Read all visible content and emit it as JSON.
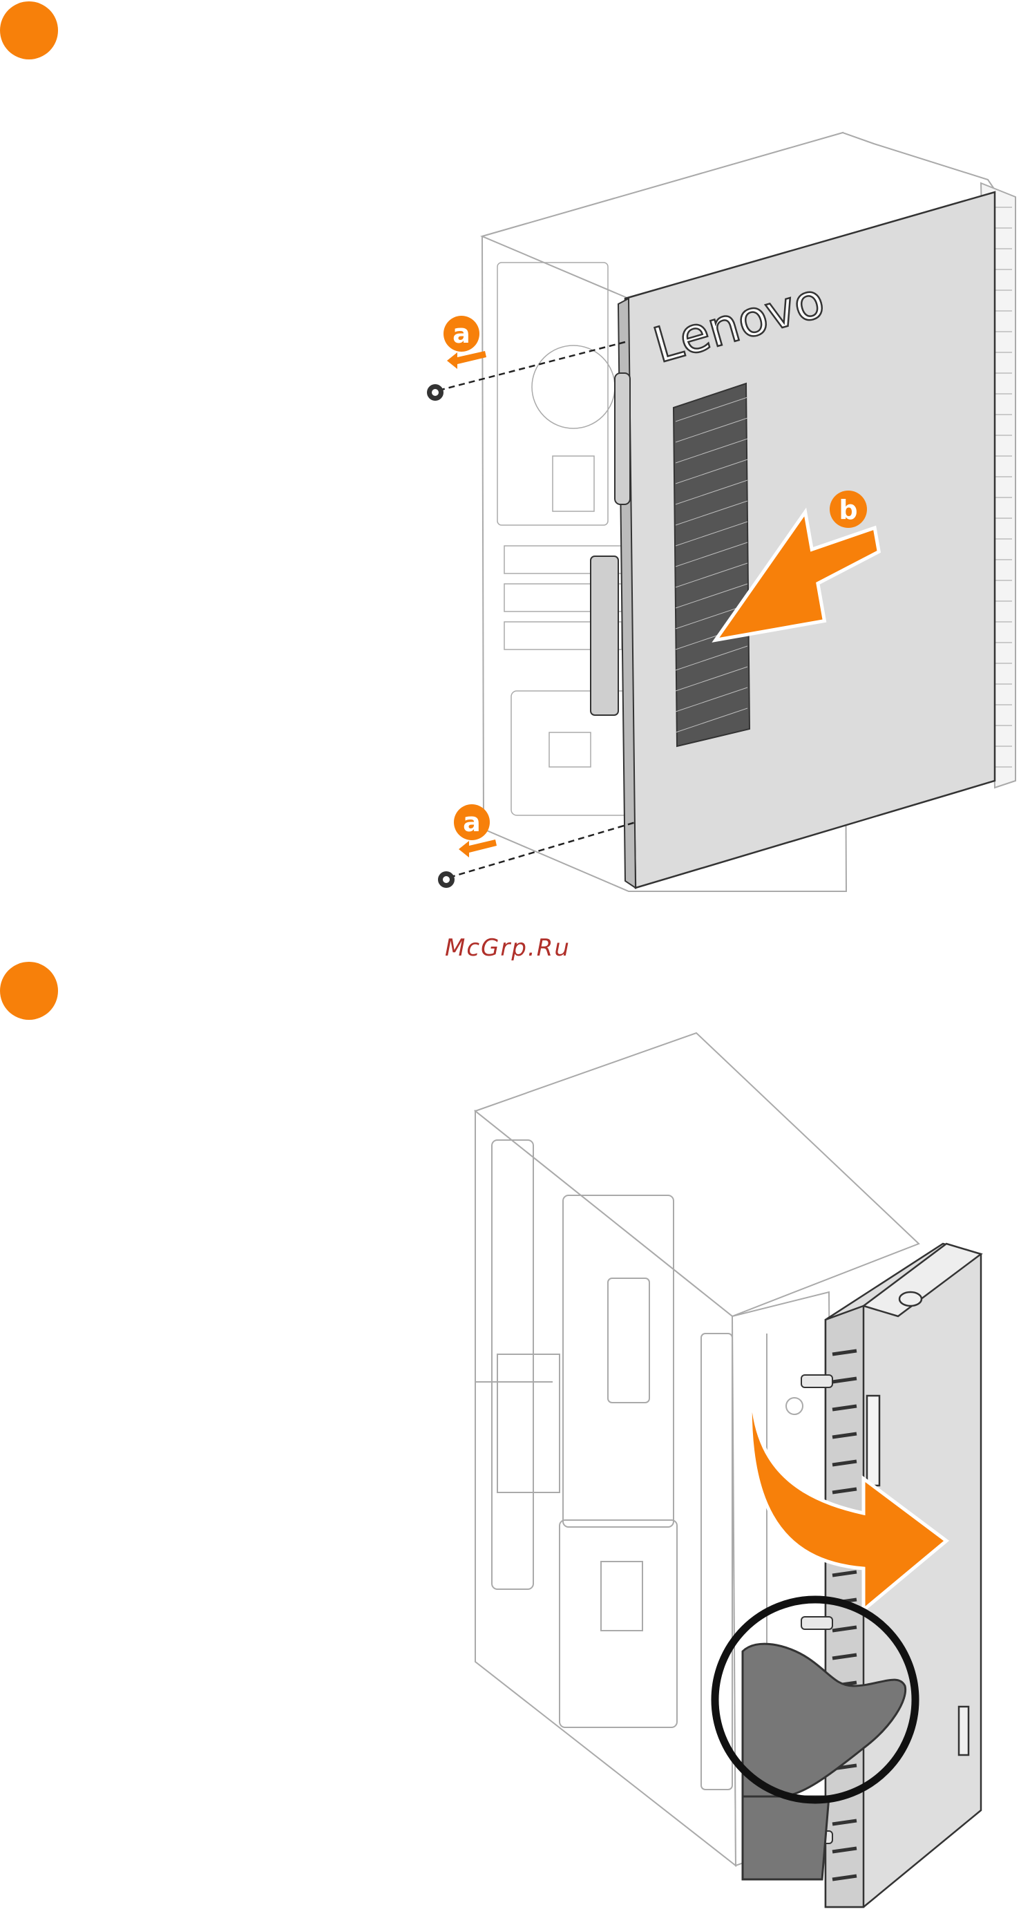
{
  "steps": [
    {
      "number_marker": "step-1"
    },
    {
      "number_marker": "step-2"
    }
  ],
  "callouts": {
    "a": "a",
    "b": "b"
  },
  "brand": "Lenovo",
  "watermark": "McGrp.Ru",
  "colors": {
    "accent": "#f7800a",
    "line": "#333333",
    "panel": "#dcdcdc"
  },
  "icons": [
    "screw-icon",
    "arrow-icon",
    "hand-icon"
  ]
}
